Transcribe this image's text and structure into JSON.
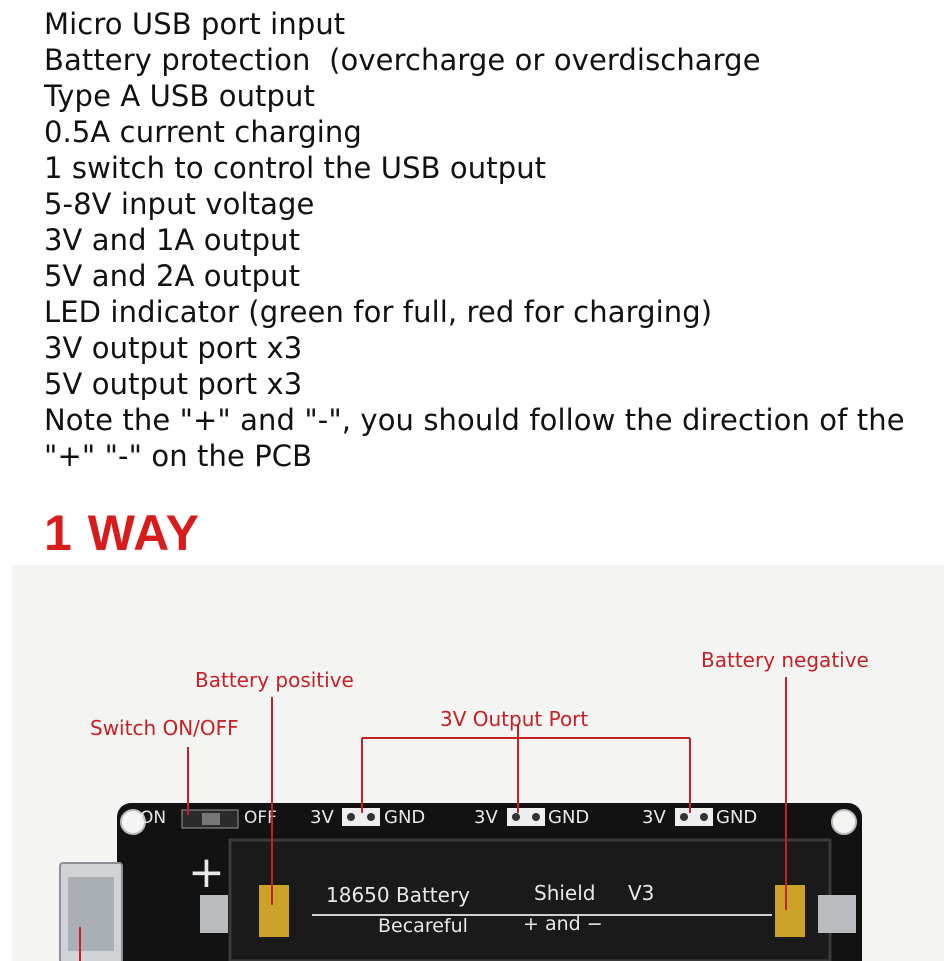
{
  "specs": [
    "Micro USB port input",
    "Battery protection  (overcharge or overdischarge",
    "Type A USB output",
    "0.5A current charging",
    "1 switch to control the USB output",
    "5-8V input voltage",
    "3V and 1A output",
    "5V and 2A output",
    "LED indicator (green for full, red for charging)",
    "3V output port x3",
    "5V output port x3",
    "Note the \"+\" and \"-\", you should follow the direction of the \"+\" \"-\" on the PCB"
  ],
  "heading": "1 WAY",
  "callouts": {
    "switch": "Switch ON/OFF",
    "battery_positive": "Battery positive",
    "output_port": "3V Output Port",
    "battery_negative": "Battery negative"
  },
  "pcb": {
    "on_label": "ON",
    "off_label": "OFF",
    "port_labels": [
      "3V",
      "3V",
      "3V"
    ],
    "gnd_labels": [
      "GND",
      "GND",
      "GND"
    ],
    "plus_sign": "+",
    "silk_line1": "18650  Battery",
    "silk_shield": "Shield",
    "silk_version": "V3",
    "silk_line2": "Becareful",
    "silk_and": "+  and  −"
  },
  "colors": {
    "heading": "#d81b1b",
    "callout": "#c62026",
    "pcb": "#121212"
  }
}
